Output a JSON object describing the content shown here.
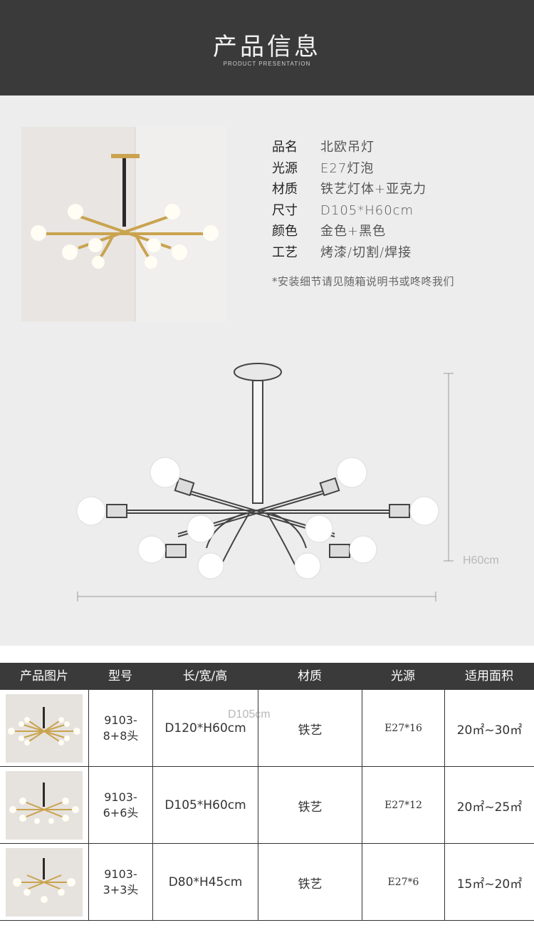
{
  "header": {
    "title": "产品信息",
    "subtitle": "PRODUCT PRESENTATION"
  },
  "specs": [
    {
      "key": "品名",
      "value": "北欧吊灯"
    },
    {
      "key": "光源",
      "value": "E27灯泡"
    },
    {
      "key": "材质",
      "value": "铁艺灯体+亚克力"
    },
    {
      "key": "尺寸",
      "value": "D105*H60cm"
    },
    {
      "key": "颜色",
      "value": "金色+黑色"
    },
    {
      "key": "工艺",
      "value": "烤漆/切割/焊接"
    }
  ],
  "note": "*安装细节请见随箱说明书或咚咚我们",
  "dimensions": {
    "height_label": "H60cm",
    "width_label": "D105cm"
  },
  "table": {
    "headers": [
      "产品图片",
      "型号",
      "长/宽/高",
      "材质",
      "光源",
      "适用面积"
    ],
    "rows": [
      {
        "model_line1": "9103-",
        "model_line2": "8+8头",
        "size": "D120*H60cm",
        "material": "铁艺",
        "light": "E27*16",
        "area": "20㎡~30㎡"
      },
      {
        "model_line1": "9103-",
        "model_line2": "6+6头",
        "size": "D105*H60cm",
        "material": "铁艺",
        "light": "E27*12",
        "area": "20㎡~25㎡"
      },
      {
        "model_line1": "9103-",
        "model_line2": "3+3头",
        "size": "D80*H45cm",
        "material": "铁艺",
        "light": "E27*6",
        "area": "15㎡~20㎡"
      }
    ]
  }
}
